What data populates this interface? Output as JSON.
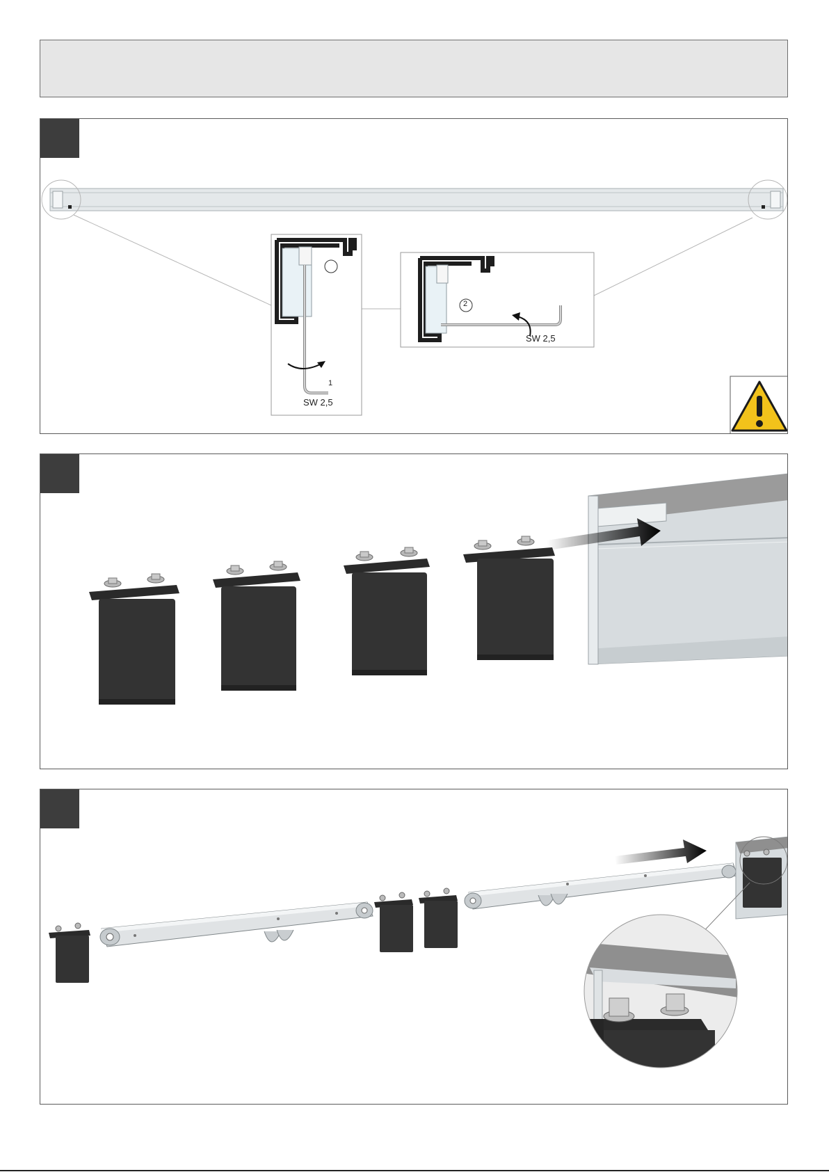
{
  "page": {
    "header_band": "",
    "steps": [
      {
        "callout_1": {
          "number": "1",
          "tool_label": "SW 2,5"
        },
        "callout_2": {
          "number": "2",
          "tool_label": "SW 2,5"
        },
        "warning_icon": "warning-triangle-icon"
      },
      {
        "illustration": "end-caps-insertion"
      },
      {
        "illustration": "carriage-assembly-insertion"
      }
    ],
    "colors": {
      "step_tab": "#3d3d3d",
      "header_band": "#e6e6e6",
      "warning_yellow": "#f2c21b",
      "part_black": "#2f2f2f",
      "aluminium": "#d9dde0"
    }
  }
}
